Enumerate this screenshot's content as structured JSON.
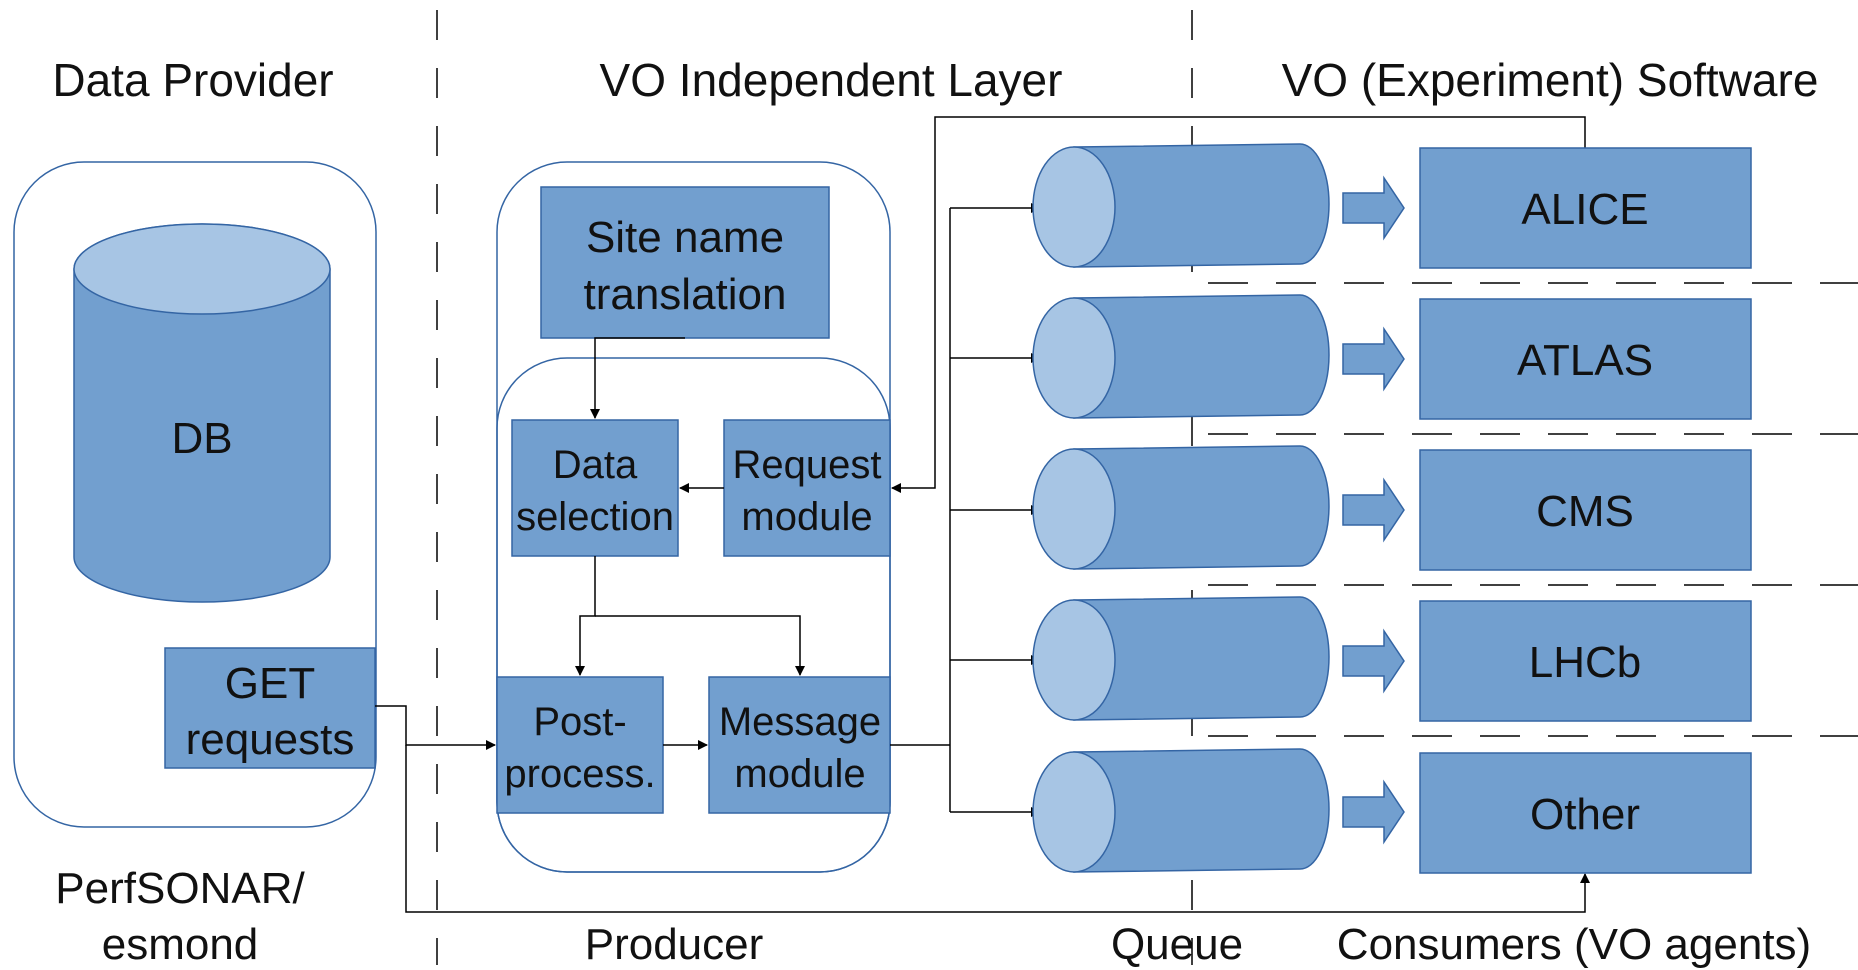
{
  "sections": {
    "data_provider": "Data Provider",
    "vo_independent_layer": "VO Independent Layer",
    "vo_software": "VO (Experiment) Software"
  },
  "bottom_labels": {
    "perfsonar_line1": "PerfSONAR/",
    "perfsonar_line2": "esmond",
    "producer": "Producer",
    "queue": "Queue",
    "consumers": "Consumers (VO agents)"
  },
  "data_provider": {
    "db_label": "DB",
    "get_requests_line1": "GET",
    "get_requests_line2": "requests"
  },
  "producer": {
    "site_name_line1": "Site name",
    "site_name_line2": "translation",
    "data_selection_line1": "Data",
    "data_selection_line2": "selection",
    "request_module_line1": "Request",
    "request_module_line2": "module",
    "post_process_line1": "Post-",
    "post_process_line2": "process.",
    "message_module_line1": "Message",
    "message_module_line2": "module"
  },
  "consumers": [
    "ALICE",
    "ATLAS",
    "CMS",
    "LHCb",
    "Other"
  ],
  "colors": {
    "box_fill": "#729fcf",
    "box_stroke": "#3465a4",
    "cylinder_top": "#a7c5e4",
    "container_stroke": "#3465a4",
    "line": "#000000"
  }
}
